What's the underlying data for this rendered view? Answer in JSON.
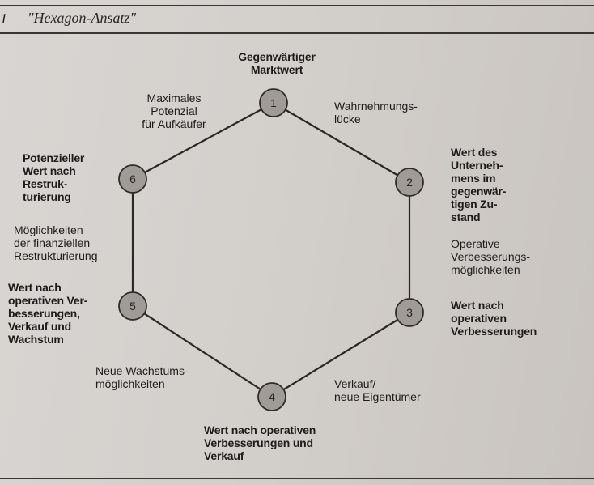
{
  "header": {
    "chapter_number": "1",
    "title": "\"Hexagon-Ansatz\""
  },
  "diagram": {
    "nodes": [
      {
        "number": "1",
        "label": [
          "Gegenwärtiger",
          "Marktwert"
        ]
      },
      {
        "number": "2",
        "label": [
          "Wert des",
          "Unterneh-",
          "mens im",
          "gegenwär-",
          "tigen Zu-",
          "stand"
        ]
      },
      {
        "number": "3",
        "label": [
          "Wert nach",
          "operativen",
          "Verbesserungen"
        ]
      },
      {
        "number": "4",
        "label": [
          "Wert nach operativen",
          "Verbesserungen und",
          "Verkauf"
        ]
      },
      {
        "number": "5",
        "label": [
          "Wert nach",
          "operativen Ver-",
          "besserungen,",
          "Verkauf und",
          "Wachstum"
        ]
      },
      {
        "number": "6",
        "label": [
          "Potenzieller",
          "Wert nach",
          "Restruk-",
          "turierung"
        ]
      }
    ],
    "edges": [
      {
        "from": "1",
        "to": "2",
        "label": [
          "Wahrnehmungs-",
          "lücke"
        ]
      },
      {
        "from": "2",
        "to": "3",
        "label": [
          "Operative",
          "Verbesserungs-",
          "möglichkeiten"
        ]
      },
      {
        "from": "3",
        "to": "4",
        "label": [
          "Verkauf/",
          "neue Eigentümer"
        ]
      },
      {
        "from": "4",
        "to": "5",
        "label": [
          "Neue Wachstums-",
          "möglichkeiten"
        ]
      },
      {
        "from": "5",
        "to": "6",
        "label": [
          "Möglichkeiten",
          "der finanziellen",
          "Restrukturierung"
        ]
      },
      {
        "from": "6",
        "to": "1",
        "label": [
          "Maximales",
          "Potenzial",
          "für Aufkäufer"
        ]
      }
    ],
    "colors": {
      "node_fill": "#a19b98",
      "node_stroke": "#2f2b29",
      "edge": "#2b2725"
    }
  }
}
